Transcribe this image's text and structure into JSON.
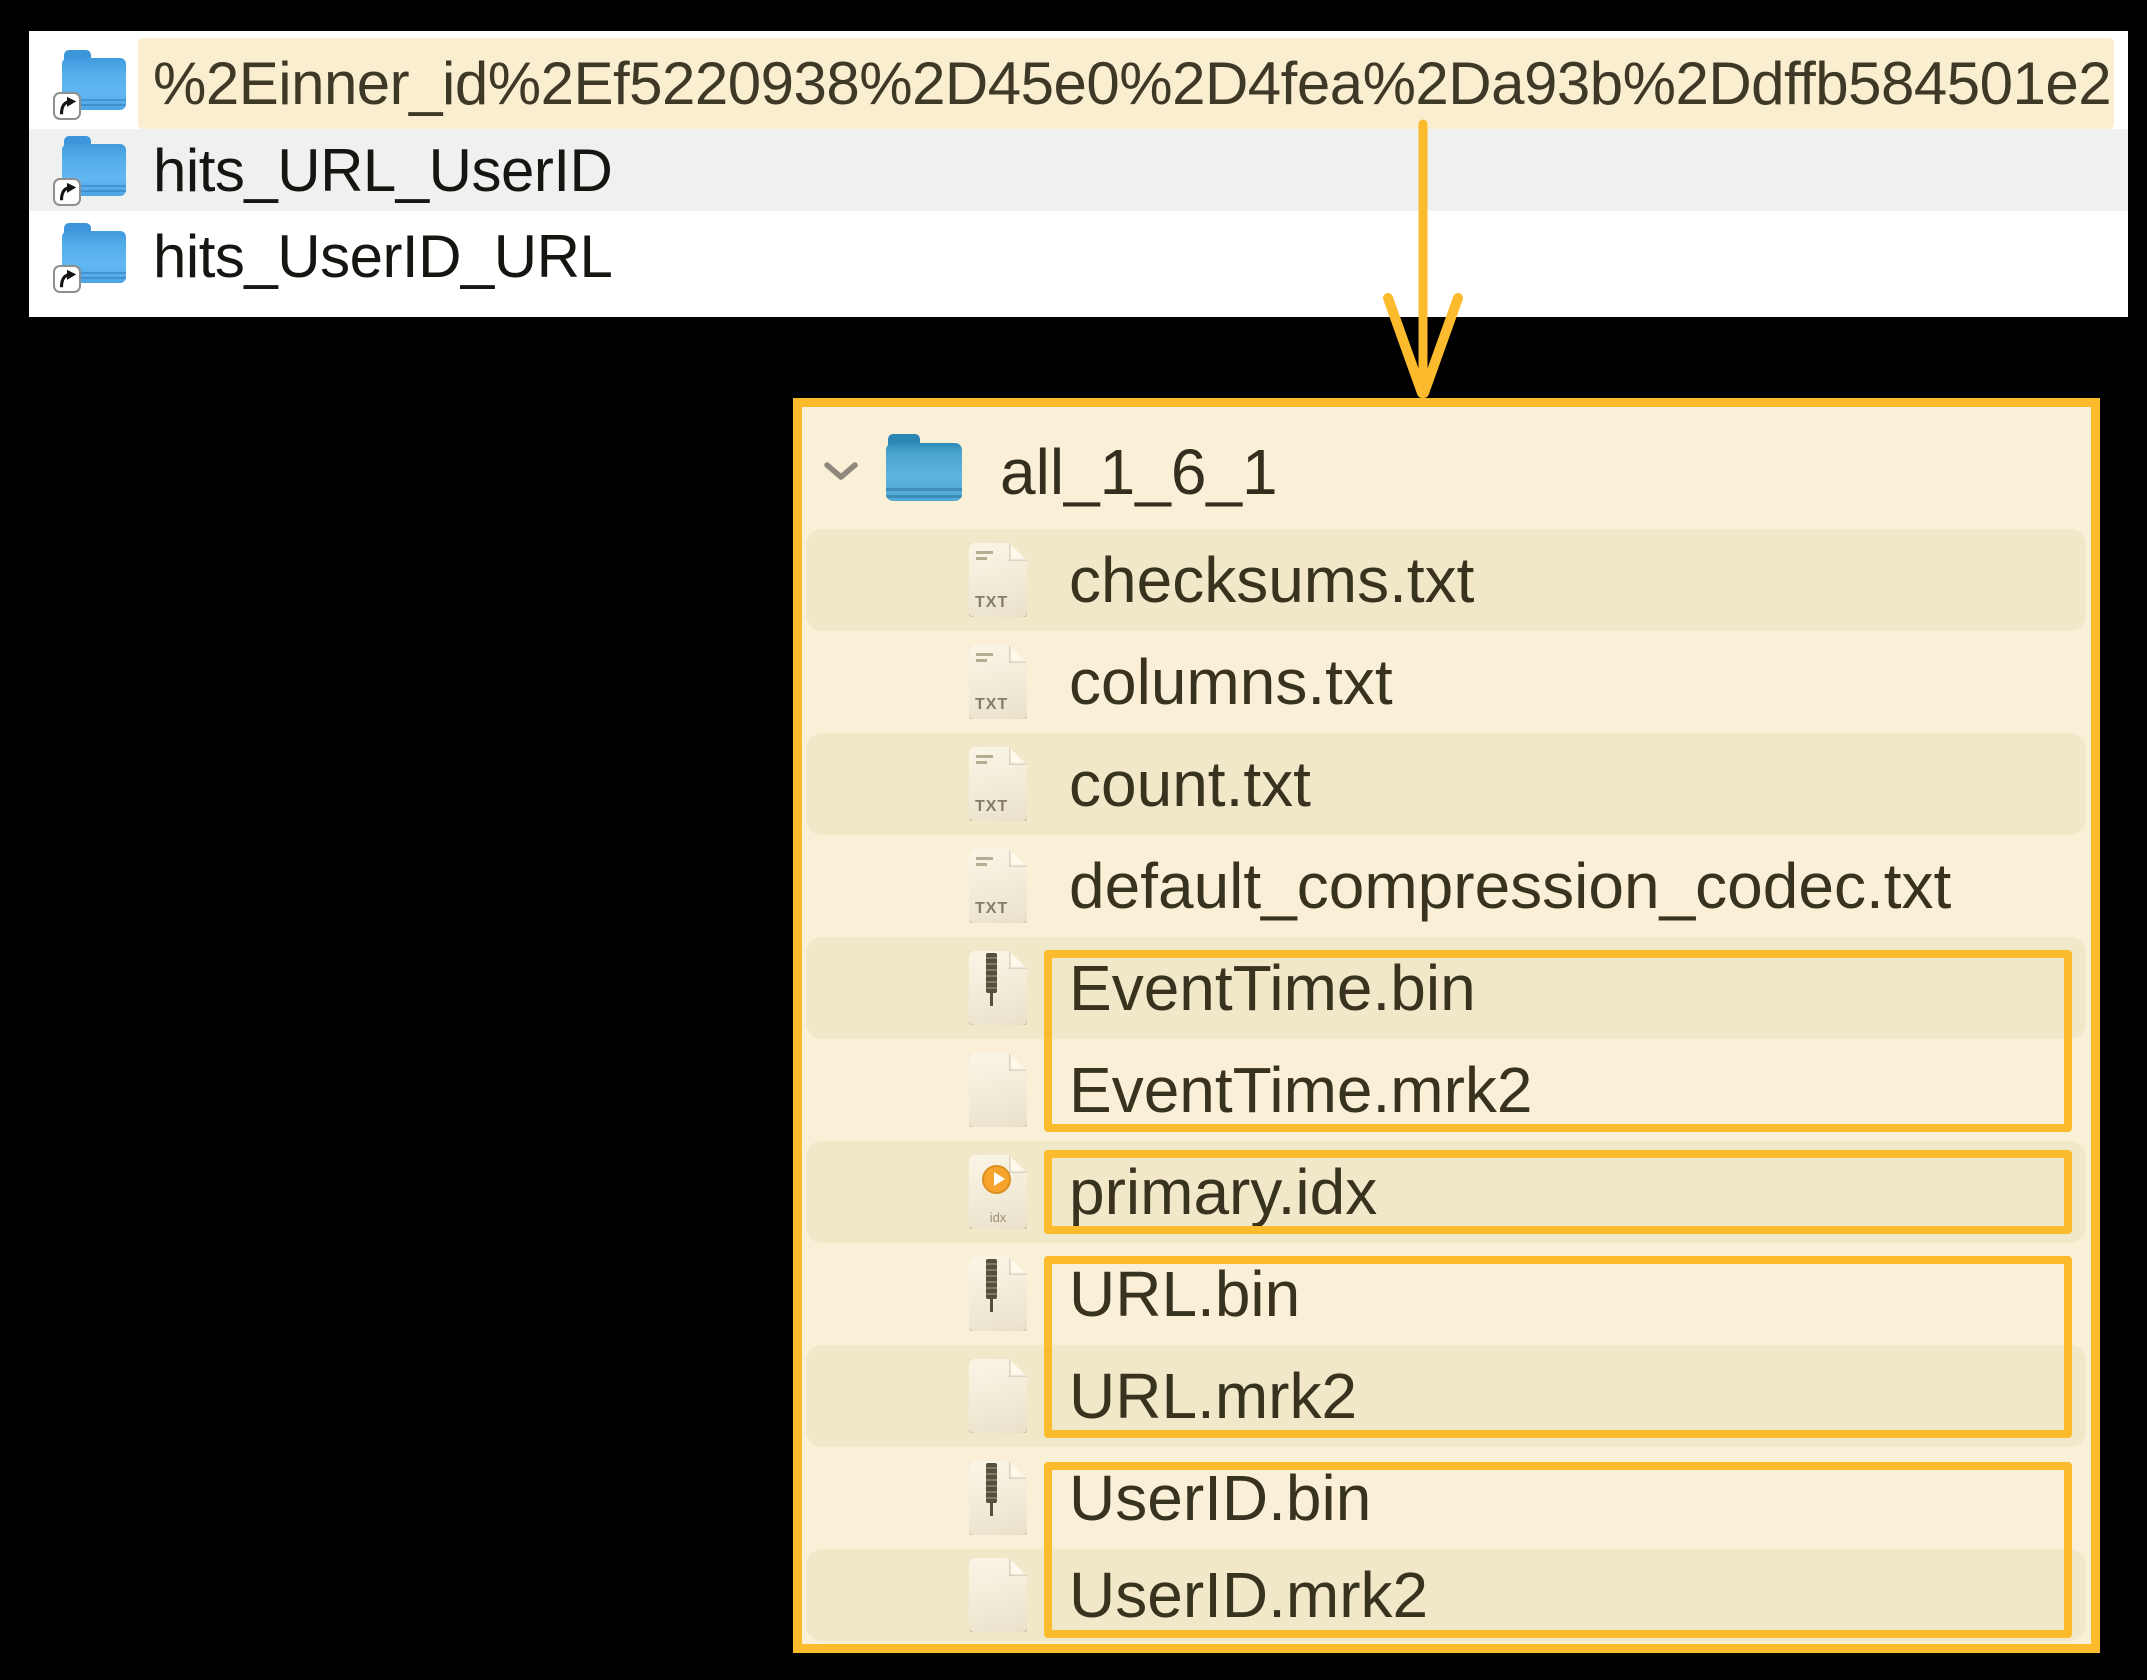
{
  "colors": {
    "accent_orange": "#fbbb2d",
    "selection_cream": "#faeed0",
    "panel_cream": "#faf0d7",
    "row_stripe": "#f1e7c9",
    "row_alt_gray": "#eff1f0",
    "list_background": "#ffffff",
    "canvas_background": "#000000"
  },
  "finder_list": {
    "items": [
      {
        "label": "%2Einner_id%2Ef5220938%2D45e0%2D4fea%2Da93b%2Ddffb584501e2",
        "icon": "folder-alias",
        "highlighted": true
      },
      {
        "label": "hits_URL_UserID",
        "icon": "folder-alias",
        "highlighted": false
      },
      {
        "label": "hits_UserID_URL",
        "icon": "folder-alias",
        "highlighted": false
      }
    ]
  },
  "part_tree": {
    "root": {
      "label": "all_1_6_1",
      "icon": "folder",
      "expanded": true
    },
    "files": [
      {
        "label": "checksums.txt",
        "icon": "txt",
        "striped": true
      },
      {
        "label": "columns.txt",
        "icon": "txt",
        "striped": false
      },
      {
        "label": "count.txt",
        "icon": "txt",
        "striped": true
      },
      {
        "label": "default_compression_codec.txt",
        "icon": "txt",
        "striped": false
      },
      {
        "label": "EventTime.bin",
        "icon": "bin",
        "striped": true
      },
      {
        "label": "EventTime.mrk2",
        "icon": "blank",
        "striped": false
      },
      {
        "label": "primary.idx",
        "icon": "idx",
        "striped": true
      },
      {
        "label": "URL.bin",
        "icon": "bin",
        "striped": false
      },
      {
        "label": "URL.mrk2",
        "icon": "blank",
        "striped": true
      },
      {
        "label": "UserID.bin",
        "icon": "bin",
        "striped": false
      },
      {
        "label": "UserID.mrk2",
        "icon": "blank",
        "striped": true
      }
    ],
    "icon_badges": {
      "txt": "TXT",
      "idx": "idx"
    },
    "annotation_boxes": [
      {
        "files": [
          "EventTime.bin",
          "EventTime.mrk2"
        ]
      },
      {
        "files": [
          "primary.idx"
        ]
      },
      {
        "files": [
          "URL.bin",
          "URL.mrk2"
        ]
      },
      {
        "files": [
          "UserID.bin",
          "UserID.mrk2"
        ]
      }
    ]
  }
}
